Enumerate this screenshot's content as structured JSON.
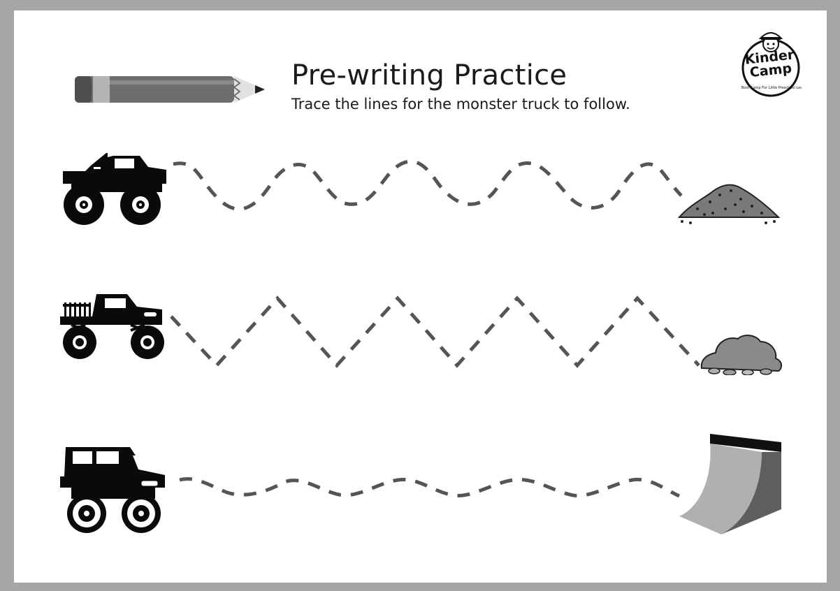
{
  "header": {
    "title": "Pre-writing Practice",
    "subtitle": "Trace the lines for the monster truck to follow."
  },
  "logo": {
    "line1": "Kinder",
    "line2": "Camp",
    "tagline": "Boot Camp For Little Preschool Learners"
  },
  "rows": [
    {
      "truck": "monster-truck-1",
      "path": "wave",
      "goal": "dirt-pile"
    },
    {
      "truck": "monster-truck-2",
      "path": "zigzag",
      "goal": "rock-pile"
    },
    {
      "truck": "monster-truck-3",
      "path": "gentle-wave",
      "goal": "ramp"
    }
  ],
  "colors": {
    "frame": "#a6a6a6",
    "dash": "#555555",
    "ink": "#111111"
  }
}
